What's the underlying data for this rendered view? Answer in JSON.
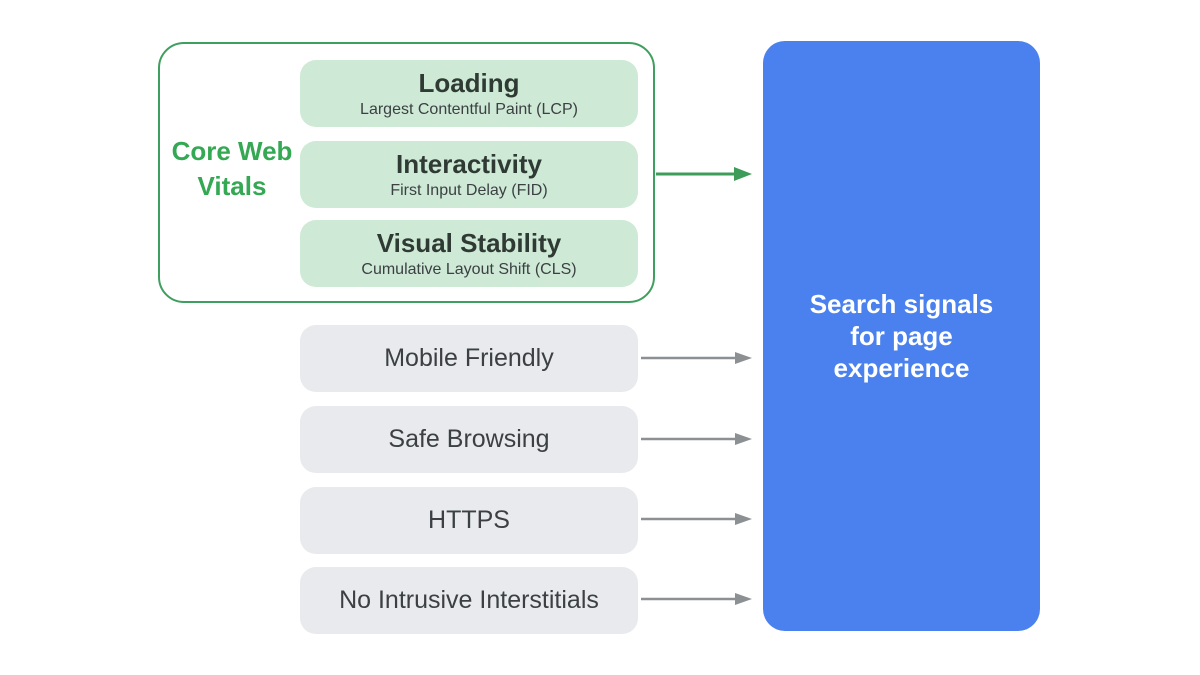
{
  "core_web_vitals": {
    "label": "Core Web Vitals",
    "items": [
      {
        "title": "Loading",
        "subtitle": "Largest Contentful Paint (LCP)"
      },
      {
        "title": "Interactivity",
        "subtitle": "First Input Delay (FID)"
      },
      {
        "title": "Visual Stability",
        "subtitle": "Cumulative Layout Shift (CLS)"
      }
    ]
  },
  "other_signals": [
    {
      "label": "Mobile Friendly"
    },
    {
      "label": "Safe Browsing"
    },
    {
      "label": "HTTPS"
    },
    {
      "label": "No Intrusive Interstitials"
    }
  ],
  "result": {
    "lines": [
      "Search signals",
      "for page",
      "experience"
    ]
  },
  "colors": {
    "green_accent": "#34a853",
    "green_border": "#3f9f5e",
    "green_pill_fill": "#ceead6",
    "gray_pill_fill": "#e8eaed",
    "dark_text": "#3c4043",
    "blue_box": "#4a81ee",
    "white_text": "#ffffff",
    "arrow_gray": "#8d9093",
    "arrow_green": "#3d9c59"
  }
}
